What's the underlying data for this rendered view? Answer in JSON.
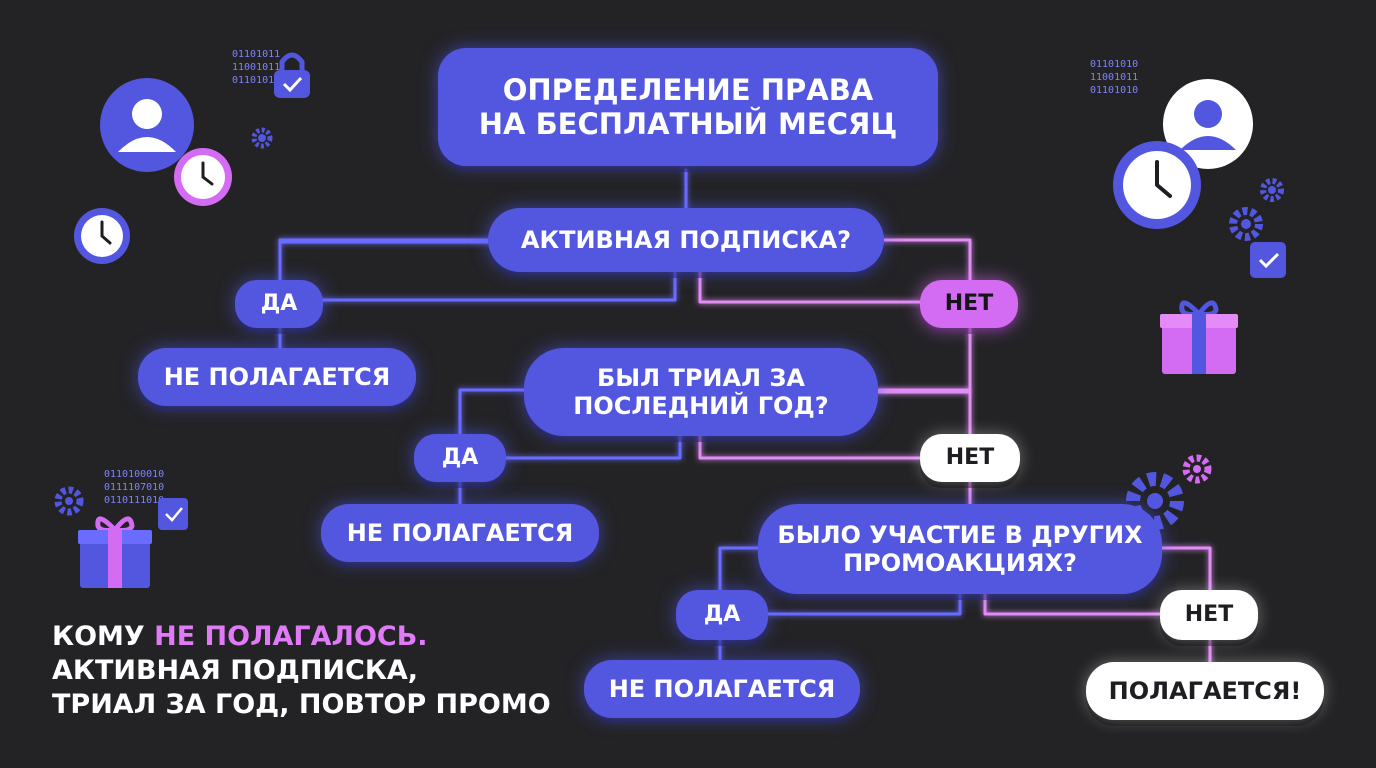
{
  "title": "Определение права на бесплатный месяц",
  "questions": {
    "q1": "Активная подписка?",
    "q2": "Был триал за последний год?",
    "q3": "Было участие в других промоакциях?"
  },
  "answers": {
    "yes": "Да",
    "no": "Нет"
  },
  "results": {
    "denied": "Не полагается",
    "granted": "Полагается!"
  },
  "footer": {
    "line1_start": "Кому ",
    "line1_highlight": "не полагалось.",
    "line2": "Активная подписка,",
    "line3": "триал за год, повтор промо"
  },
  "decor": {
    "binary_top_left": "01101011\n11001011\n01101010",
    "binary_top_right": "01101010\n11001011\n01101010",
    "binary_bottom_left": "0110100010\n0111107010\n0110111010",
    "icons": [
      "user-icon",
      "clock-icon",
      "lock-icon",
      "gear-icon",
      "gift-icon",
      "document-icon"
    ]
  },
  "colors": {
    "background": "#232326",
    "accent_blue": "#5357e0",
    "accent_pink": "#d46cf3",
    "yes_line": "#6a6cff",
    "no_line": "#e28cf5"
  }
}
